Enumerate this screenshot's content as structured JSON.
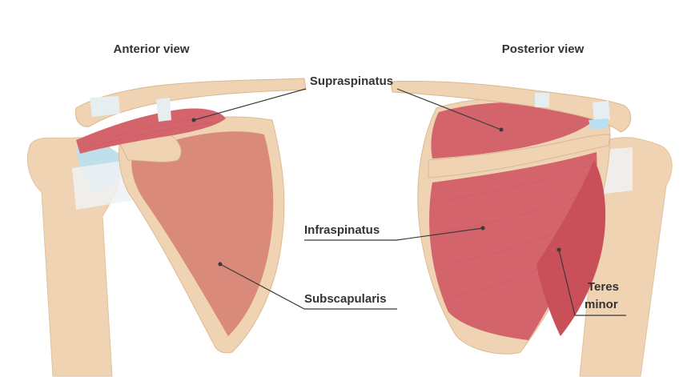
{
  "views": {
    "anterior": "Anterior view",
    "posterior": "Posterior view"
  },
  "labels": {
    "supraspinatus": "Supraspinatus",
    "infraspinatus": "Infraspinatus",
    "subscapularis": "Subscapularis",
    "teres_minor_line1": "Teres",
    "teres_minor_line2": "minor"
  },
  "colors": {
    "bone": "#efd3b2",
    "bone_edge": "#d9b892",
    "muscle": "#d4646c",
    "muscle_dark": "#b94b55",
    "subscap_fill": "#d98a7a",
    "cartilage": "#b9e0f0",
    "ligament": "#e6eef2"
  }
}
